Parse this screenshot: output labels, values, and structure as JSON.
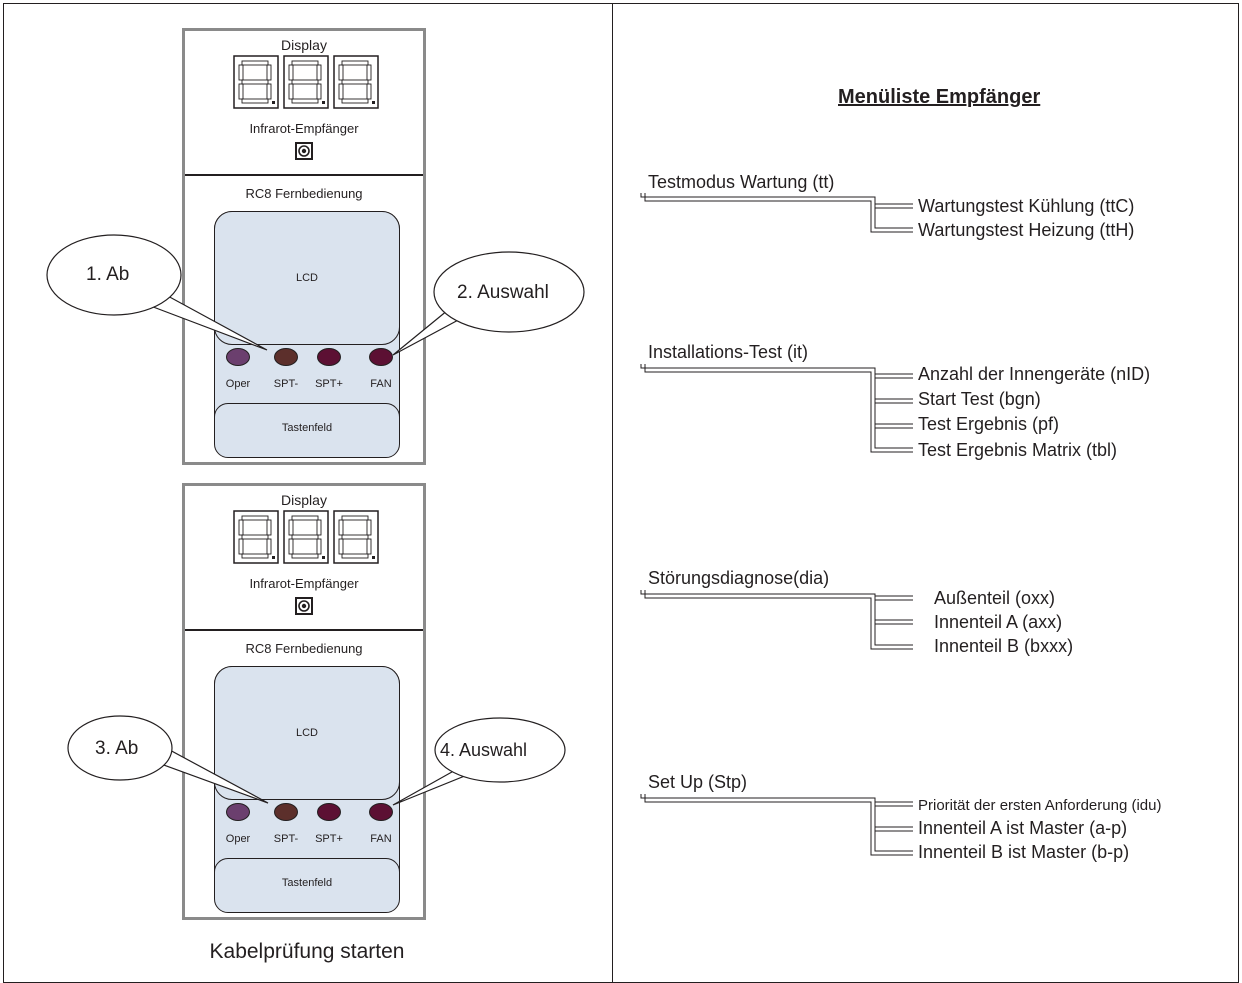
{
  "panels": [
    {
      "display_label": "Display",
      "ir_label": "Infrarot-Empfänger",
      "remote_label": "RC8 Fernbedienung",
      "lcd_label": "LCD",
      "keypad_label": "Tastenfeld",
      "buttons": [
        {
          "label": "Oper",
          "color": "#6b3f6e"
        },
        {
          "label": "SPT-",
          "color": "#5c2f2b"
        },
        {
          "label": "SPT+",
          "color": "#5c1033"
        },
        {
          "label": "FAN",
          "color": "#5c1033"
        }
      ],
      "callouts": [
        "1. Ab",
        "2. Auswahl"
      ]
    },
    {
      "display_label": "Display",
      "ir_label": "Infrarot-Empfänger",
      "remote_label": "RC8 Fernbedienung",
      "lcd_label": "LCD",
      "keypad_label": "Tastenfeld",
      "buttons": [
        {
          "label": "Oper",
          "color": "#6b3f6e"
        },
        {
          "label": "SPT-",
          "color": "#5c2f2b"
        },
        {
          "label": "SPT+",
          "color": "#5c1033"
        },
        {
          "label": "FAN",
          "color": "#5c1033"
        }
      ],
      "callouts": [
        "3. Ab",
        "4. Auswahl"
      ]
    }
  ],
  "caption": "Kabelprüfung starten",
  "menu": {
    "title": "Menüliste Empfänger",
    "categories": [
      {
        "label": "Testmodus Wartung (tt)",
        "items": [
          "Wartungstest Kühlung (ttC)",
          "Wartungstest Heizung (ttH)"
        ]
      },
      {
        "label": "Installations-Test (it)",
        "items": [
          "Anzahl der Innengeräte (nID)",
          "Start Test (bgn)",
          "Test Ergebnis (pf)",
          "Test Ergebnis Matrix (tbl)"
        ]
      },
      {
        "label": "Störungsdiagnose(dia)",
        "items": [
          "Außenteil (oxx)",
          "Innenteil A (axx)",
          "Innenteil B (bxxx)"
        ]
      },
      {
        "label": "Set Up (Stp)",
        "items": [
          "Priorität der ersten Anforderung (idu)",
          "Innenteil A ist Master (a-p)",
          "Innenteil B ist Master (b-p)"
        ]
      }
    ]
  }
}
